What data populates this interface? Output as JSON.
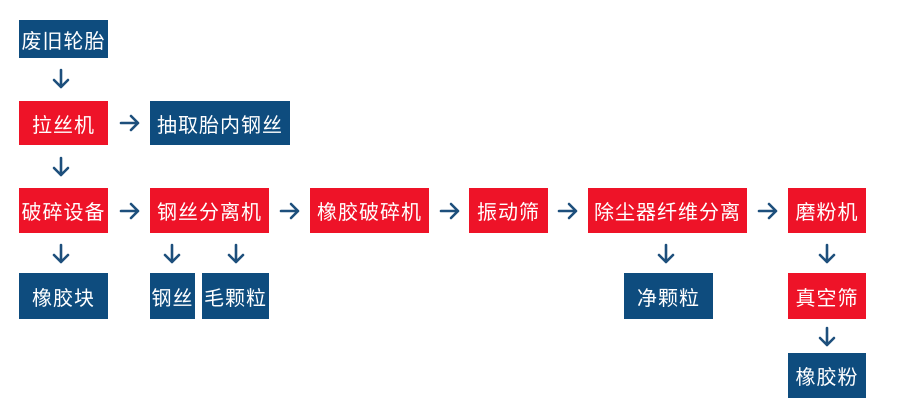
{
  "colors": {
    "material": "#0e4c7e",
    "machine": "#ee1328",
    "arrow": "#1d4f7c"
  },
  "nodes": {
    "waste_tire": "废旧轮胎",
    "wire_puller": "拉丝机",
    "extract_bead_wire": "抽取胎内钢丝",
    "crushing_equipment": "破碎设备",
    "wire_separator": "钢丝分离机",
    "rubber_crusher": "橡胶破碎机",
    "vibrating_screen": "振动筛",
    "dust_fiber_separator": "除尘器纤维分离",
    "grinder": "磨粉机",
    "rubber_block": "橡胶块",
    "steel_wire": "钢丝",
    "coarse_granules": "毛颗粒",
    "clean_granules": "净颗粒",
    "vacuum_screen": "真空筛",
    "rubber_powder": "橡胶粉"
  }
}
